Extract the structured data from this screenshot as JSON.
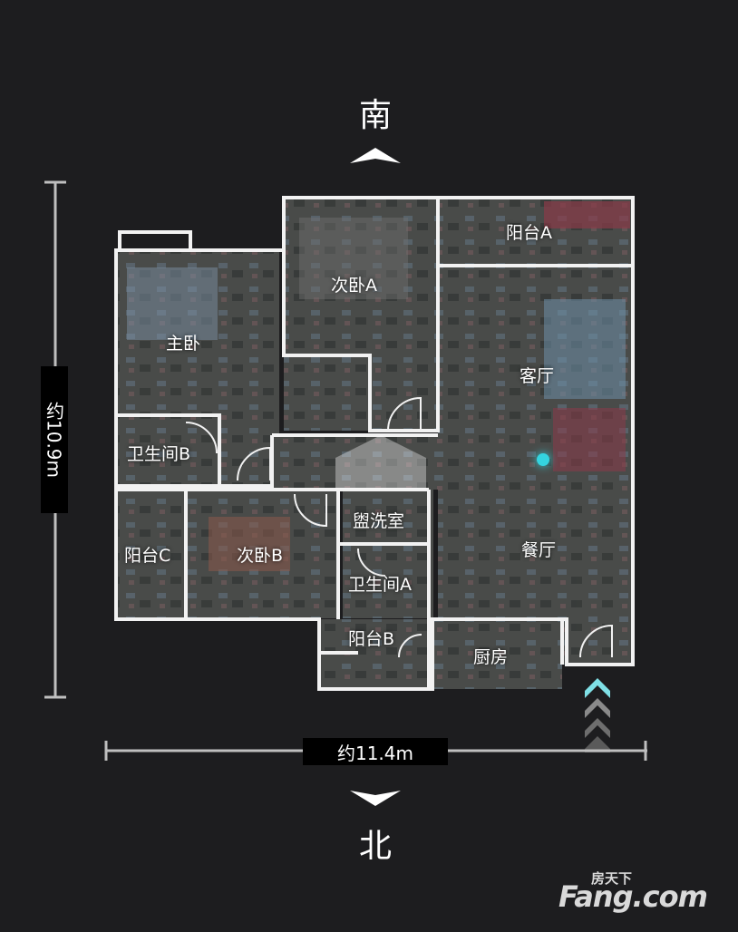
{
  "compass": {
    "south": "南",
    "north": "北"
  },
  "dimensions": {
    "height_label": "约10.9m",
    "width_label": "约11.4m"
  },
  "rooms": {
    "balcony_a": "阳台A",
    "bedroom2_a": "次卧A",
    "master_bedroom": "主卧",
    "living_room": "客厅",
    "bathroom_b": "卫生间B",
    "washroom": "盥洗室",
    "dining_room": "餐厅",
    "balcony_c": "阳台C",
    "bedroom2_b": "次卧B",
    "bathroom_a": "卫生间A",
    "balcony_b": "阳台B",
    "kitchen": "厨房"
  },
  "watermark": {
    "cn": "房天下",
    "en": "Fang.com"
  },
  "colors": {
    "background": "#1d1d1f",
    "wall": "#f2f2f2",
    "floor_fill": "#4d4f4d",
    "dimension_line": "#bfbfbf",
    "position_marker": "#34d4e0",
    "entrance_arrow": "#7fe0e6"
  }
}
